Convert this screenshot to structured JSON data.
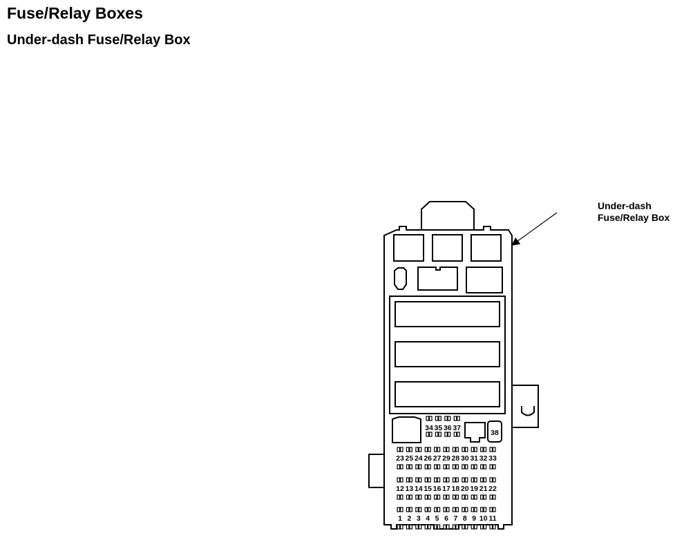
{
  "page": {
    "title": "Fuse/Relay Boxes",
    "subtitle": "Under-dash Fuse/Relay Box"
  },
  "callout": {
    "line1": "Under-dash",
    "line2": "Fuse/Relay Box"
  },
  "fuses": {
    "row_top": [
      "23",
      "25",
      "24",
      "26",
      "27",
      "29",
      "28",
      "30",
      "31",
      "32",
      "33"
    ],
    "row_middle": [
      "12",
      "13",
      "14",
      "15",
      "16",
      "17",
      "18",
      "20",
      "19",
      "21",
      "22"
    ],
    "row_bottom": [
      "1",
      "2",
      "3",
      "4",
      "5",
      "6",
      "7",
      "8",
      "9",
      "10",
      "11"
    ],
    "small_group": [
      "34",
      "35",
      "36",
      "37"
    ],
    "single": "38"
  }
}
